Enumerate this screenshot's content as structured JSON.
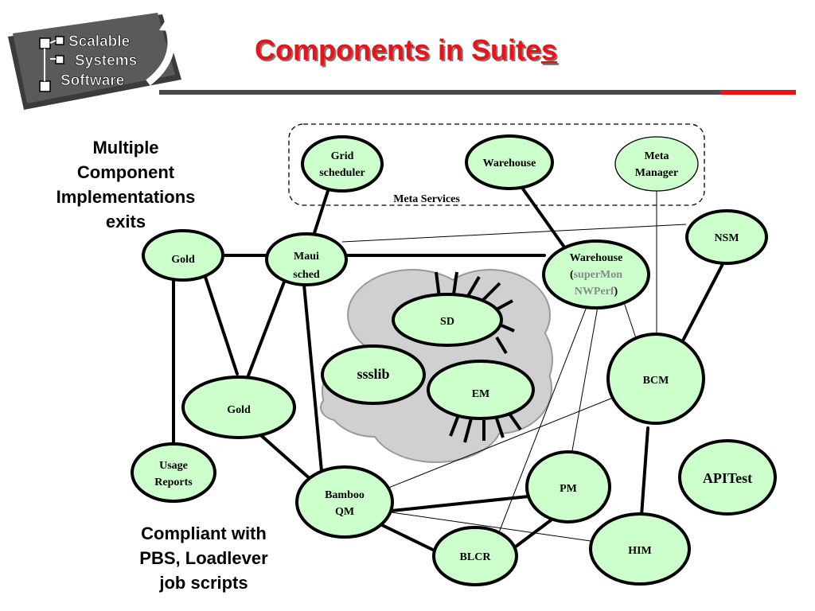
{
  "logo": {
    "line1": "Scalable",
    "line2": "Systems",
    "line3": "Software"
  },
  "title": {
    "main": "Components in Suite",
    "underlined_tail": "s"
  },
  "left_note": [
    "Multiple",
    "Component",
    "Implementations",
    "exits"
  ],
  "bottom_note": [
    "Compliant with",
    "PBS, Loadlever",
    "job scripts"
  ],
  "meta_services_label": "Meta Services",
  "nodes": {
    "grid_scheduler": [
      "Grid",
      "scheduler"
    ],
    "warehouse_top": [
      "Warehouse"
    ],
    "meta_manager": [
      "Meta",
      "Manager"
    ],
    "nsm": [
      "NSM"
    ],
    "gold_top": [
      "Gold"
    ],
    "maui_sched": [
      "Maui",
      "sched"
    ],
    "warehouse_main": {
      "line1": "Warehouse",
      "open": "(",
      "supermon": "superMon",
      "nwperf": "NWPerf",
      "close": ")"
    },
    "sd": [
      "SD"
    ],
    "ssslib": [
      "ssslib"
    ],
    "em": [
      "EM"
    ],
    "bcm": [
      "BCM"
    ],
    "gold_bottom": [
      "Gold"
    ],
    "usage_reports": [
      "Usage",
      "Reports"
    ],
    "bamboo_qm": [
      "Bamboo",
      "QM"
    ],
    "pm": [
      "PM"
    ],
    "apitest": [
      "APITest"
    ],
    "him": [
      "HIM"
    ],
    "blcr": [
      "BLCR"
    ]
  },
  "colors": {
    "node_fill": "#ccffcc",
    "title_red": "#e8141a",
    "grey_text": "#888888",
    "cloud_fill": "#d0d0d0"
  }
}
